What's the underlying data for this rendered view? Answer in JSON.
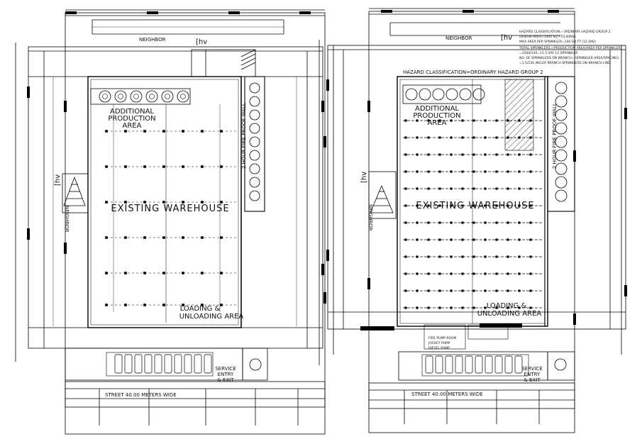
{
  "left_plan": {
    "neighbor_top": "NEIGHBOR",
    "neighbor_side": "NEIGHBOR",
    "north_mark": "[hv",
    "production_area": [
      "ADDITIONAL",
      "PRODUCTION",
      "AREA"
    ],
    "warehouse": "EXISTING  WAREHOUSE",
    "fire_wall": "2 HOUR FIRE PROOF WALL",
    "loading": [
      "LOADING  &",
      "UNLOADING  AREA"
    ],
    "service": [
      "SERVICE",
      "ENTRY",
      "& EXIT"
    ],
    "street": "STREET   40.00 METERS WIDE"
  },
  "right_plan": {
    "neighbor_top": "NEIGHBOR",
    "neighbor_side": "NEIGHBOR",
    "north_mark": "[hv",
    "hazard_label": "HAZARD CLASSIFICATION=ORDINARY HAZARD GROUP 2",
    "notes": [
      "HAZARD CLASSIFICATION= ORDINARY HAZARD GROUP 2",
      "DESIGN AREA=1500 SQ FT(140M2)",
      "MAX AREA PER SPRINKLER=130 SQ FT (12.1M2)",
      "TOTAL SPRINKLERS=(PRODUCTION AREA/AREA PER SPRINKLER)",
      "=1500/130=11.5 SAY 12 SPRINKLER",
      "NO. OF SPRINKLERS ON BRANCH=(SPRINKLER AREA/SPACING)",
      "=1.5/130 /NO.OF BRANCH SPRINKLERS ON BRANCH LINE"
    ],
    "production_area": [
      "ADDITIONAL",
      "PRODUCTION",
      "AREA"
    ],
    "warehouse": "EXISTING  WAREHOUSE",
    "fire_wall": "2 HOUR FIRE PROOF WALL",
    "loading": [
      "LOADING  &",
      "UNLOADING  AREA"
    ],
    "service": [
      "SERVICE",
      "ENTRY",
      "& EXIT"
    ],
    "street": "STREET   40.00 METERS WIDE",
    "pump_notes": [
      "FIRE PUMP ROOM",
      "JOCKEY PUMP",
      "DIESEL PUMP"
    ]
  }
}
